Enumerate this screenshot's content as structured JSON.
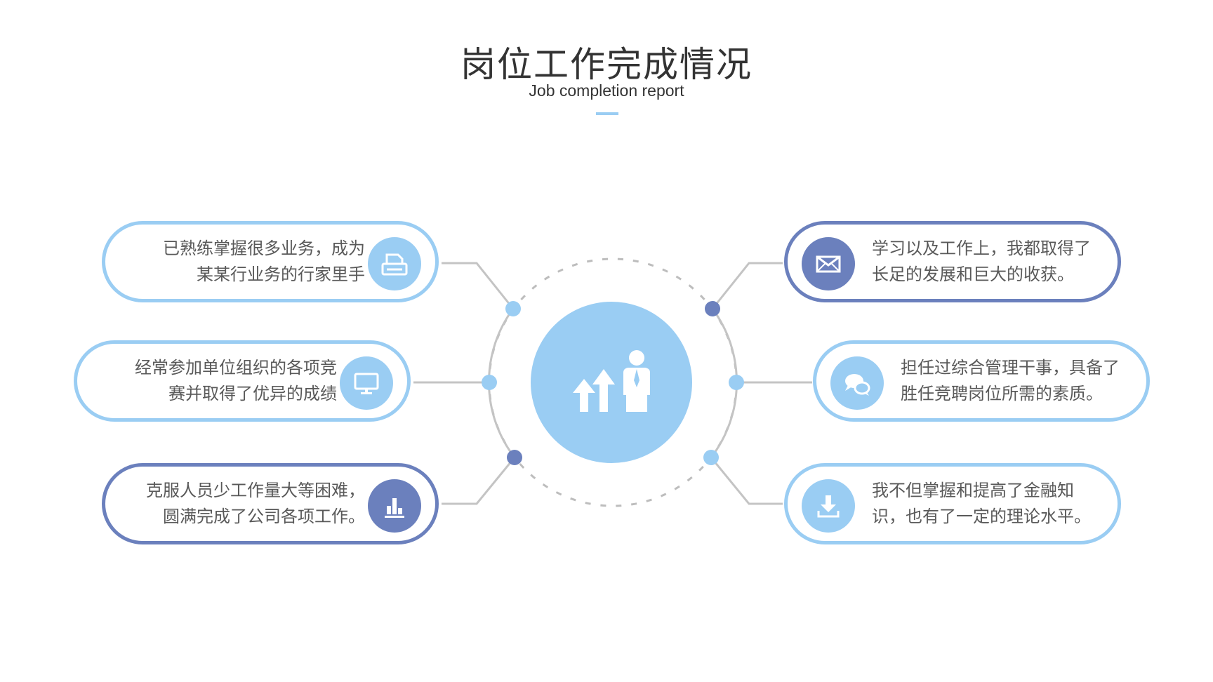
{
  "header": {
    "title": "岗位工作完成情况",
    "subtitle": "Job completion report"
  },
  "center": {
    "icon": "growth-person-icon"
  },
  "colors": {
    "light": "#9acdf3",
    "dark": "#6b80bd",
    "connector": "#c4c4c4",
    "text": "#595959"
  },
  "cards": {
    "left": [
      {
        "line1": "已熟练掌握很多业务，成为",
        "line2": "某某行业务的行家里手",
        "icon": "printer-icon",
        "theme": "light"
      },
      {
        "line1": "经常参加单位组织的各项竞",
        "line2": "赛并取得了优异的成绩",
        "icon": "monitor-icon",
        "theme": "light"
      },
      {
        "line1": "克服人员少工作量大等困难，",
        "line2": "圆满完成了公司各项工作。",
        "icon": "bar-chart-icon",
        "theme": "dark"
      }
    ],
    "right": [
      {
        "line1": "学习以及工作上，我都取得了",
        "line2": "长足的发展和巨大的收获。",
        "icon": "mail-icon",
        "theme": "dark"
      },
      {
        "line1": "担任过综合管理干事，具备了",
        "line2": "胜任竞聘岗位所需的素质。",
        "icon": "chat-icon",
        "theme": "light"
      },
      {
        "line1": "我不但掌握和提高了金融知",
        "line2": "识，也有了一定的理论水平。",
        "icon": "download-icon",
        "theme": "light"
      }
    ]
  }
}
